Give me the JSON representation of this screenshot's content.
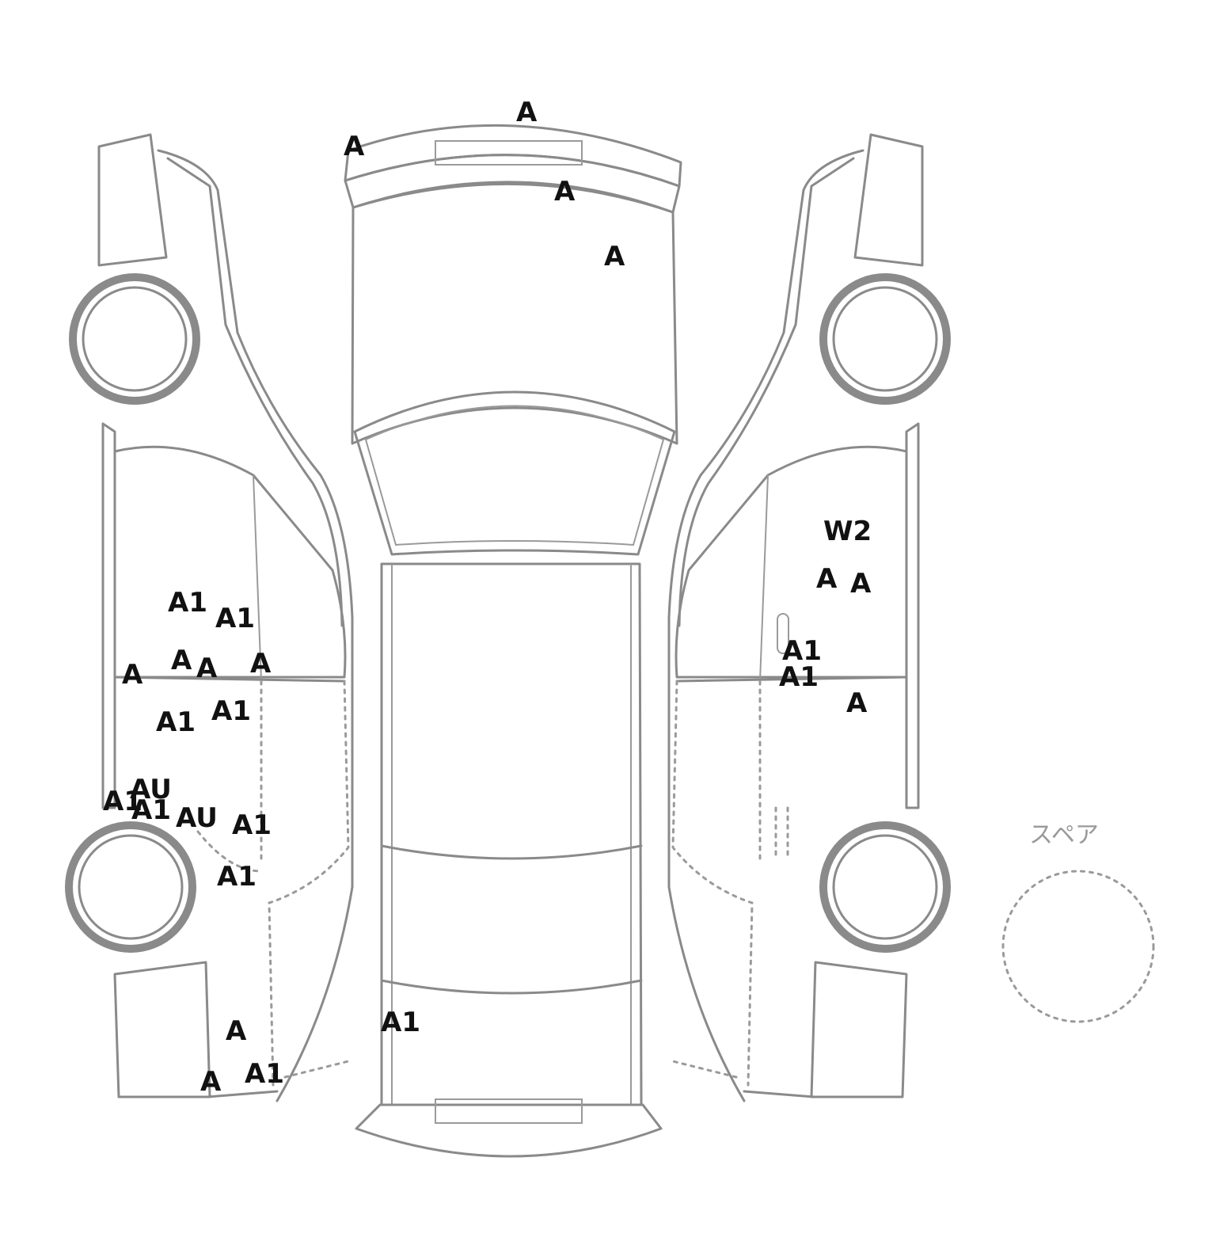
{
  "spare": {
    "label": "スペア"
  },
  "marks": [
    {
      "code": "A"
    },
    {
      "code": "A"
    },
    {
      "code": "A"
    },
    {
      "code": "A"
    },
    {
      "code": "A1"
    },
    {
      "code": "A1"
    },
    {
      "code": "A"
    },
    {
      "code": "A"
    },
    {
      "code": "A"
    },
    {
      "code": "A"
    },
    {
      "code": "A1"
    },
    {
      "code": "A1"
    },
    {
      "code": "AU"
    },
    {
      "code": "A1"
    },
    {
      "code": "A1"
    },
    {
      "code": "AU"
    },
    {
      "code": "A1"
    },
    {
      "code": "A1"
    },
    {
      "code": "A"
    },
    {
      "code": "A"
    },
    {
      "code": "A1"
    },
    {
      "code": "A1"
    },
    {
      "code": "W2"
    },
    {
      "code": "A"
    },
    {
      "code": "A"
    },
    {
      "code": "A1"
    },
    {
      "code": "A1"
    },
    {
      "code": "A"
    }
  ]
}
